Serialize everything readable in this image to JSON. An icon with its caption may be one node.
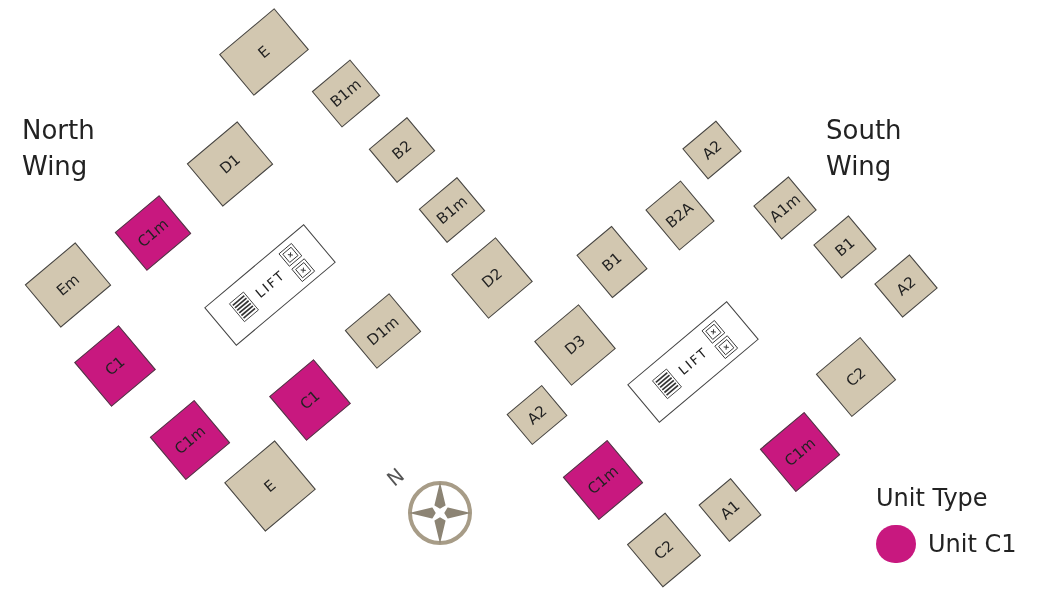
{
  "diagram": {
    "nodes": [
      {
        "text": [
          "E"
        ]
      },
      {
        "text": [
          "B1m"
        ]
      },
      {
        "text": [
          "D1"
        ]
      },
      {
        "text": [
          "B2"
        ]
      },
      {
        "text": [
          "B1m"
        ]
      },
      {
        "text": [
          "C1m"
        ]
      },
      {
        "text": [
          "Em"
        ]
      },
      {
        "text": [
          "LIFT"
        ]
      },
      {
        "text": [
          "D2"
        ]
      },
      {
        "text": [
          "D1m"
        ]
      },
      {
        "text": [
          "C1"
        ]
      },
      {
        "text": [
          "D3"
        ]
      },
      {
        "text": [
          "C1m"
        ]
      },
      {
        "text": [
          "C1"
        ]
      },
      {
        "text": [
          "E"
        ]
      },
      {
        "text": [
          "A2"
        ]
      },
      {
        "text": [
          "A1m"
        ]
      },
      {
        "text": [
          "B2A"
        ]
      },
      {
        "text": [
          "B1"
        ]
      },
      {
        "text": [
          "B1"
        ]
      },
      {
        "text": [
          "A2"
        ]
      },
      {
        "text": [
          "LIFT"
        ]
      },
      {
        "text": [
          "A2"
        ]
      },
      {
        "text": [
          "C2"
        ]
      },
      {
        "text": [
          "C1m"
        ]
      },
      {
        "text": [
          "C1m"
        ]
      },
      {
        "text": [
          "A1"
        ]
      },
      {
        "text": [
          "C2"
        ]
      }
    ],
    "labels": [
      "North Wing",
      "South Wing",
      "N",
      "Unit Type"
    ],
    "legend": [
      {
        "text": "Unit C1",
        "color": "#c8187f"
      }
    ]
  }
}
